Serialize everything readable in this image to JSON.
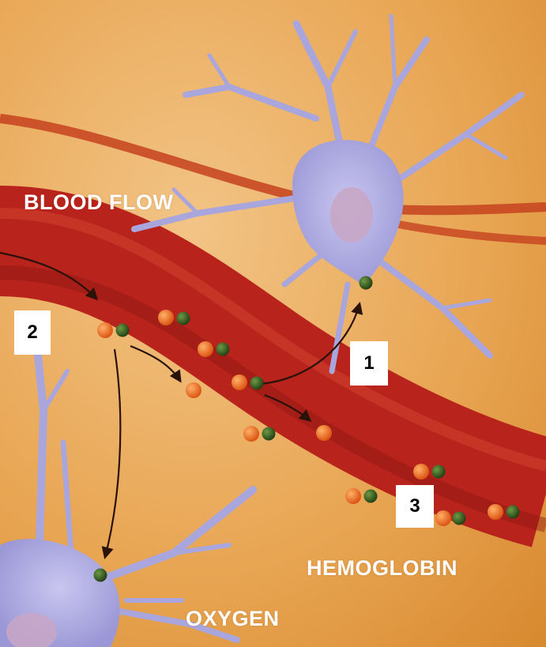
{
  "labels": {
    "blood_flow": "BLOOD FLOW",
    "hemoglobin": "HEMOGLOBIN",
    "oxygen": "OXYGEN"
  },
  "markers": {
    "one": "1",
    "two": "2",
    "three": "3"
  },
  "colors": {
    "background": "#e49a3e",
    "vessel": "#b8231c",
    "neuron": "#a9a5dd",
    "hemoglobin": "#e8641a",
    "oxygen": "#2f5a1f"
  }
}
